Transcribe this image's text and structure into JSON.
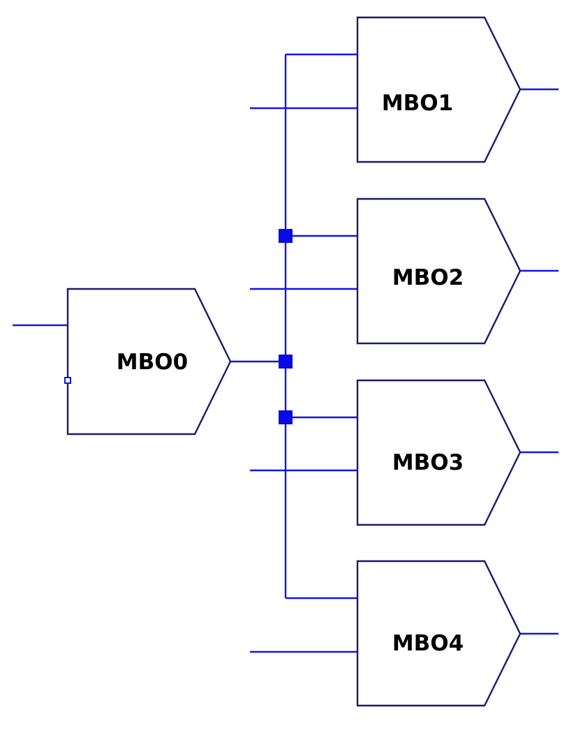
{
  "diagram": {
    "colors": {
      "wire": "#1414e6",
      "block_outline": "#1a1a6e",
      "junction": "#0a0ae6",
      "label": "#000000",
      "background": "#ffffff"
    },
    "blocks": [
      {
        "id": "mbo0",
        "label": "MBO0"
      },
      {
        "id": "mbo1",
        "label": "MBO1"
      },
      {
        "id": "mbo2",
        "label": "MBO2"
      },
      {
        "id": "mbo3",
        "label": "MBO3"
      },
      {
        "id": "mbo4",
        "label": "MBO4"
      }
    ]
  }
}
